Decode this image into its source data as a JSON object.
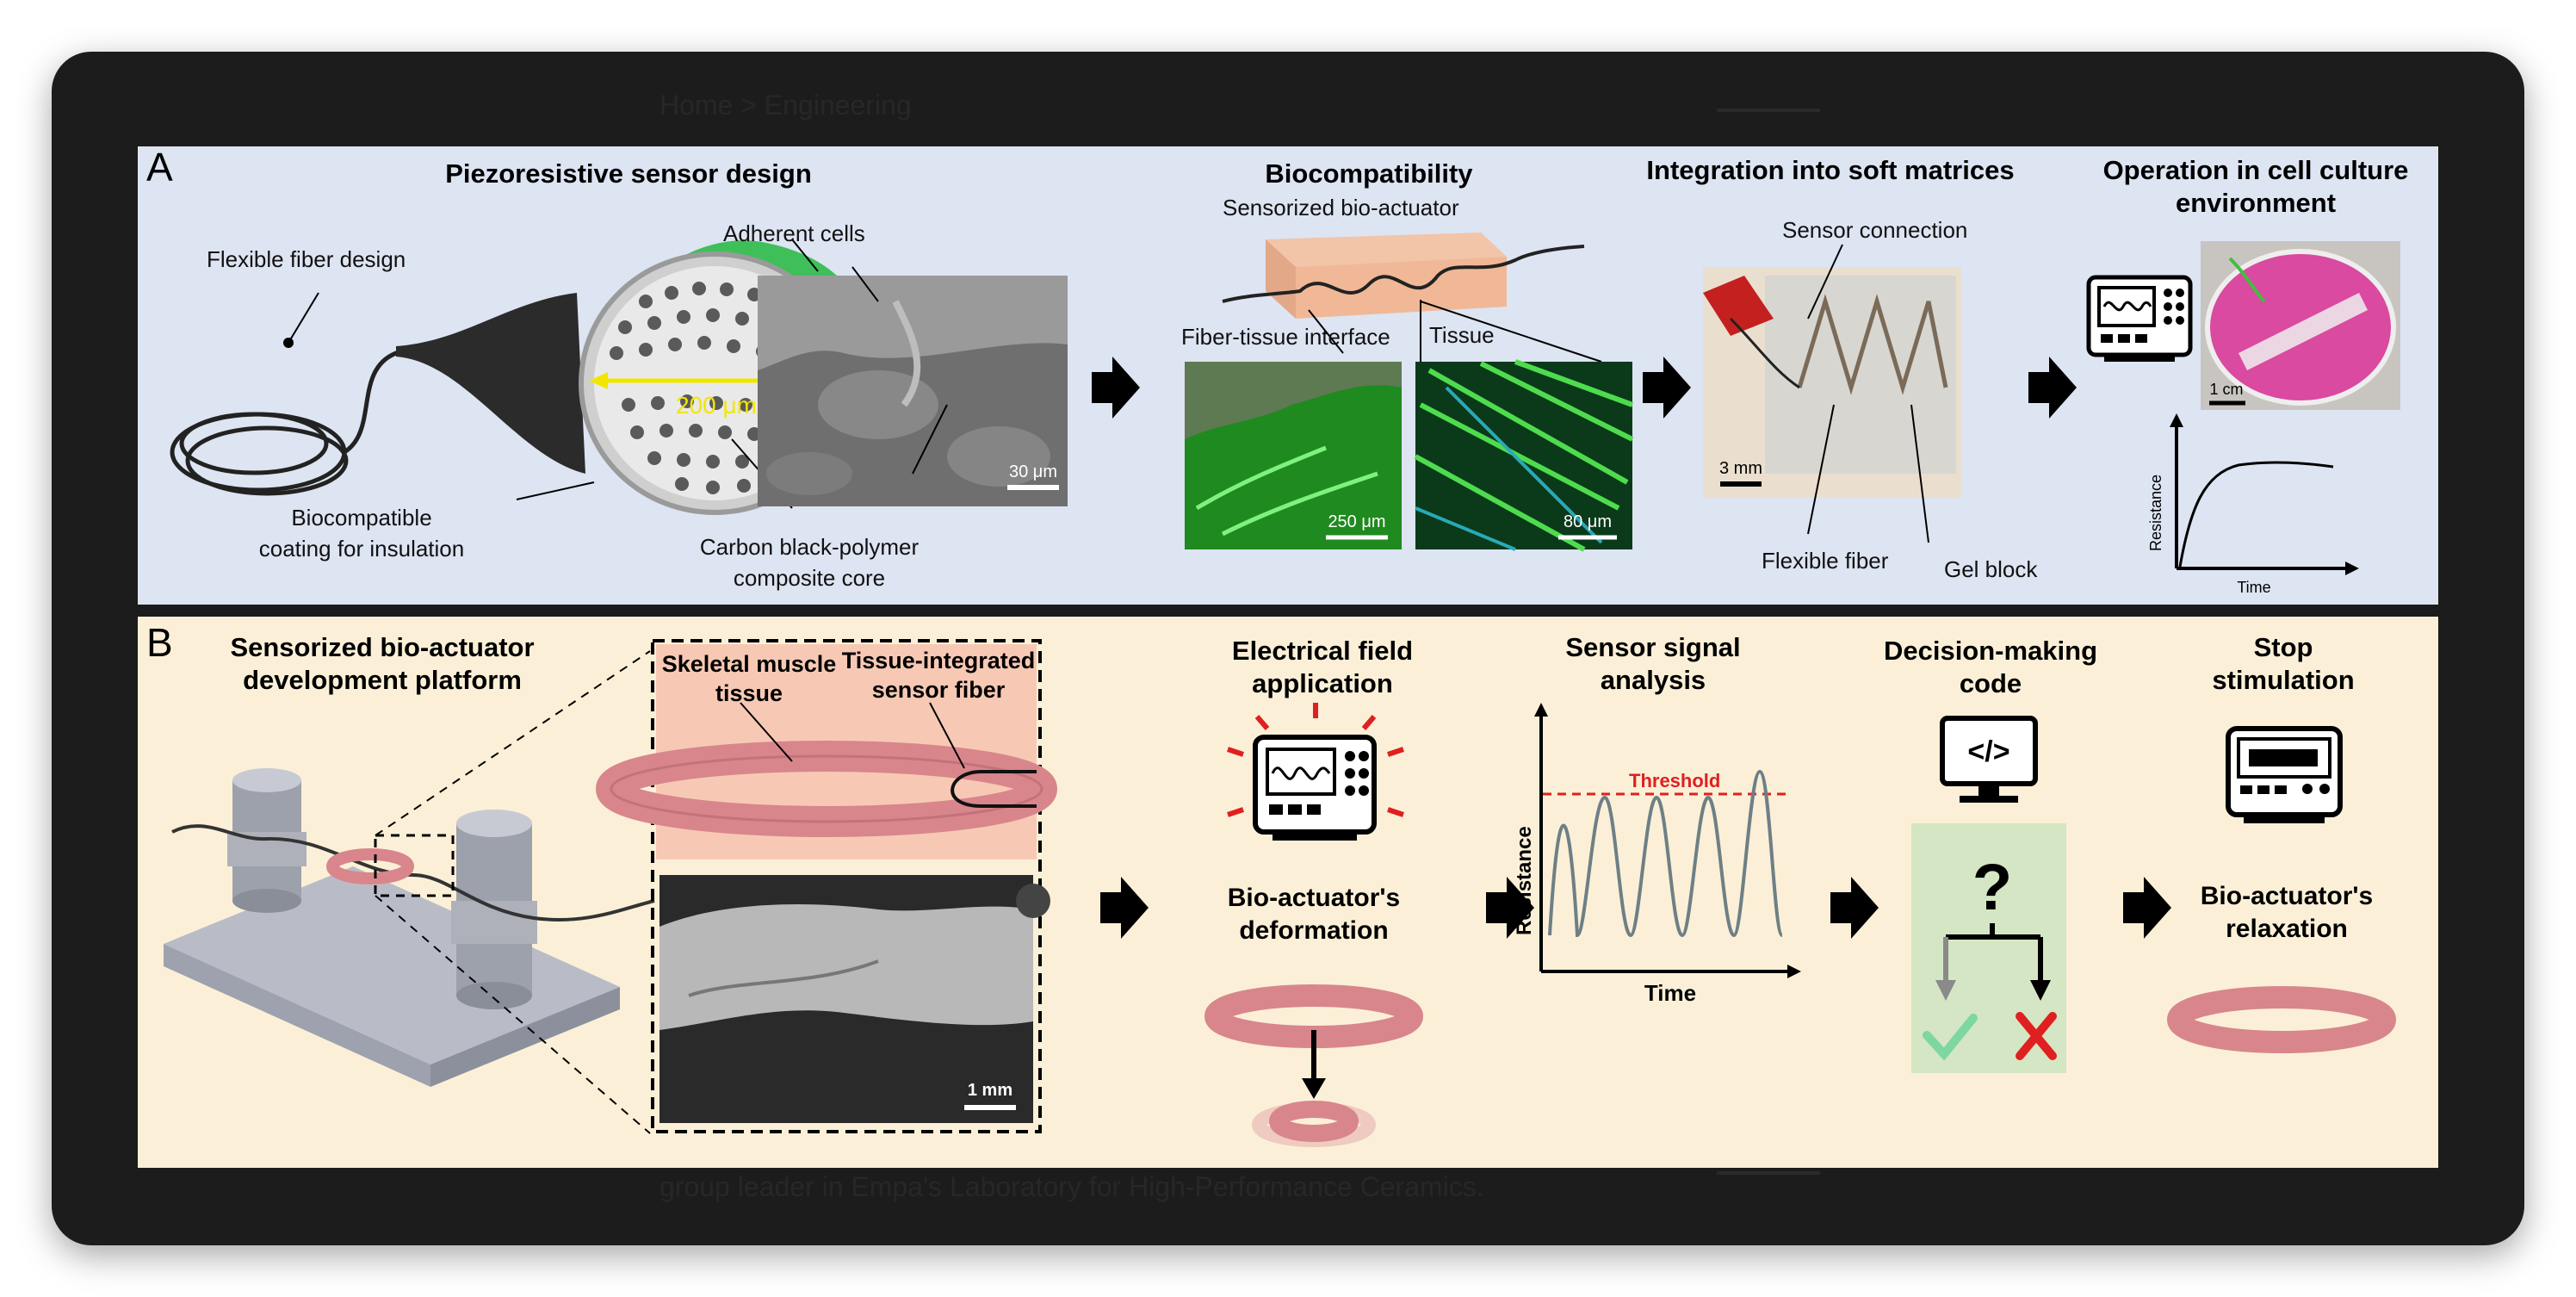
{
  "page": {
    "bg_text_top": "Home > Engineering",
    "bg_text_bottom": "group leader in Empa's Laboratory for High-Performance Ceramics."
  },
  "colors": {
    "panel_a_bg": "#dde4f2",
    "panel_b_bg": "#fbf0d7",
    "threshold_red": "#e02020",
    "check_green": "#7ed6a0",
    "cross_red": "#e02020",
    "yellow_scale": "#f2e600",
    "tissue_green": "#3fbf3f",
    "magenta_dish": "#d94aa0",
    "torus_pink": "#d8868c"
  },
  "panel_a": {
    "label": "A",
    "titles": {
      "sensor_design": "Piezoresistive sensor design",
      "biocompatibility": "Biocompatibility",
      "integration": "Integration into soft matrices",
      "operation_line1": "Operation in cell culture",
      "operation_line2": "environment"
    },
    "labels": {
      "flexible_fiber_design": "Flexible fiber design",
      "adherent_cells": "Adherent cells",
      "diameter": "200 μm",
      "coating_line1": "Biocompatible",
      "coating_line2": "coating for insulation",
      "core_line1": "Carbon black-polymer",
      "core_line2": "composite core",
      "sem_scale": "30 μm",
      "sensorized_bio_actuator": "Sensorized bio-actuator",
      "fiber_tissue_interface": "Fiber-tissue interface",
      "tissue": "Tissue",
      "scale_250": "250 μm",
      "scale_80": "80 μm",
      "sensor_connection": "Sensor connection",
      "scale_3mm": "3 mm",
      "flexible_fiber": "Flexible fiber",
      "gel_block": "Gel block",
      "scale_1cm": "1 cm",
      "axis_resistance": "Resistance",
      "axis_time": "Time"
    }
  },
  "panel_b": {
    "label": "B",
    "titles": {
      "platform_line1": "Sensorized bio-actuator",
      "platform_line2": "development platform",
      "field_line1": "Electrical field",
      "field_line2": "application",
      "signal_line1": "Sensor signal",
      "signal_line2": "analysis",
      "decision_line1": "Decision-making",
      "decision_line2": "code",
      "stop_line1": "Stop",
      "stop_line2": "stimulation"
    },
    "labels": {
      "skeletal_line1": "Skeletal muscle",
      "skeletal_line2": "tissue",
      "tissue_integrated_line1": "Tissue-integrated",
      "tissue_integrated_line2": "sensor fiber",
      "scale_1mm": "1 mm",
      "deformation_line1": "Bio-actuator's",
      "deformation_line2": "deformation",
      "threshold": "Threshold",
      "axis_resistance": "Resistance",
      "axis_time": "Time",
      "code_symbol": "</>",
      "question": "?",
      "relaxation_line1": "Bio-actuator's",
      "relaxation_line2": "relaxation"
    }
  }
}
